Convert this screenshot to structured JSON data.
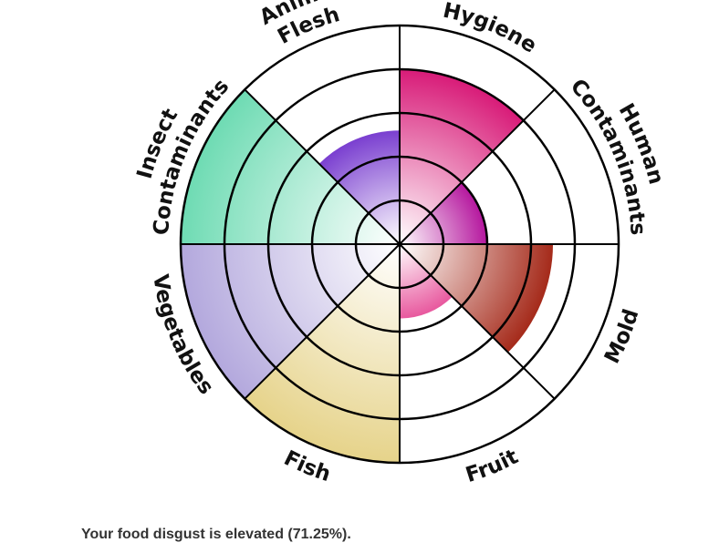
{
  "chart_data": {
    "type": "polar-area",
    "title": "",
    "rings": 5,
    "max_value": 5,
    "grid": true,
    "sectors": [
      {
        "label": "Hygiene",
        "value": 4,
        "color": "#d81b78"
      },
      {
        "label": "Human Contaminants",
        "value": 2,
        "color": "#b5179e"
      },
      {
        "label": "Mold",
        "value": 3.5,
        "color": "#a52a1a"
      },
      {
        "label": "Fruit",
        "value": 1.7,
        "color": "#e8589e"
      },
      {
        "label": "Fish",
        "value": 5,
        "color": "#e6d38a"
      },
      {
        "label": "Vegetables",
        "value": 5,
        "color": "#b3a8dd"
      },
      {
        "label": "Insect Contaminants",
        "value": 5,
        "color": "#6edbb3"
      },
      {
        "label": "Animal Flesh",
        "value": 2.6,
        "color": "#7a3fd0"
      }
    ]
  },
  "result": {
    "text": "Your food disgust is elevated (71.25%)."
  }
}
